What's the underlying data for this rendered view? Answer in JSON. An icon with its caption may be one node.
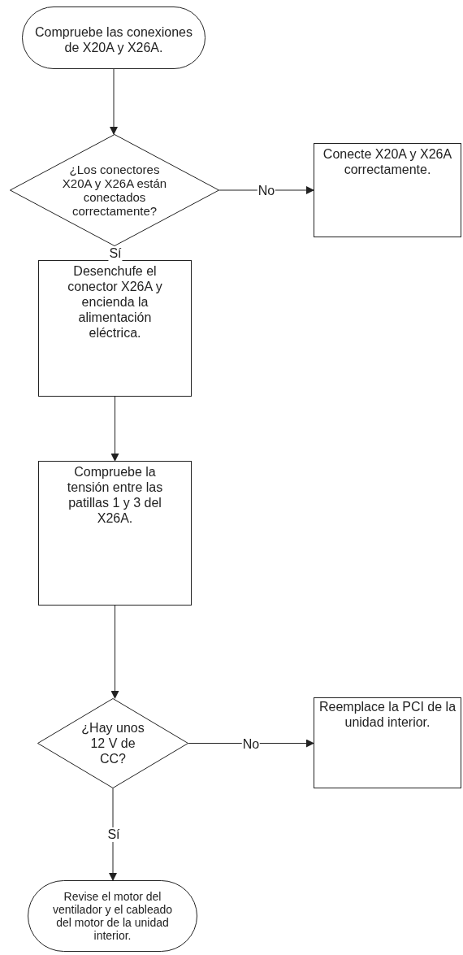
{
  "diagram": {
    "nodes": [
      {
        "text": [
          "Compruebe las conexiones de X20A y X26A."
        ]
      },
      {
        "text": [
          "¿Los conectores X20A y X26A están conectados correctamente?"
        ]
      },
      {
        "text": [
          "Conecte X20A y X26A correctamente."
        ]
      },
      {
        "text": [
          "Desenchufe el conector X26A y encienda la alimentación eléctrica."
        ]
      },
      {
        "text": [
          "Compruebe la tensión entre las patillas 1 y 3 del X26A."
        ]
      },
      {
        "text": [
          "¿Hay unos 12 V de CC?"
        ]
      },
      {
        "text": [
          "Reemplace la PCI de la unidad interior."
        ]
      },
      {
        "text": [
          "Revise el motor del ventilador y el cableado del motor de la unidad interior."
        ]
      }
    ],
    "edges": [
      {
        "from": 0,
        "to": 1,
        "arrow": "to"
      },
      {
        "from": 1,
        "to": 2,
        "arrow": "to",
        "label": "No"
      },
      {
        "from": 1,
        "to": 3,
        "arrow": "to",
        "label": "Sí"
      },
      {
        "from": 3,
        "to": 4,
        "arrow": "to"
      },
      {
        "from": 4,
        "to": 5,
        "arrow": "to"
      },
      {
        "from": 5,
        "to": 6,
        "arrow": "to",
        "label": "No"
      },
      {
        "from": 5,
        "to": 7,
        "arrow": "to",
        "label": "Sí"
      }
    ]
  }
}
